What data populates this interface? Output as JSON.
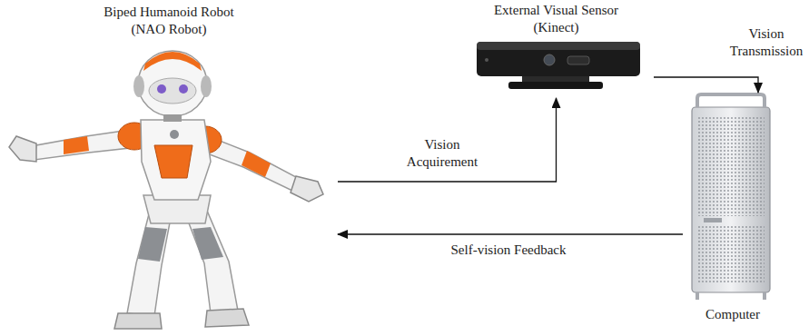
{
  "diagram": {
    "nodes": [
      {
        "text": [
          "Biped Humanoid Robot (NAO Robot)"
        ]
      },
      {
        "text": [
          "External Visual Sensor (Kinect)"
        ]
      },
      {
        "text": [
          "Computer"
        ]
      }
    ],
    "edges": [
      {
        "from": 0,
        "to": 1,
        "arrow": "to",
        "label": "Vision Acquirement"
      },
      {
        "from": 1,
        "to": 2,
        "arrow": "to",
        "label": "Vision Transmission"
      },
      {
        "from": 2,
        "to": 0,
        "arrow": "to",
        "label": "Self-vision Feedback"
      }
    ]
  }
}
